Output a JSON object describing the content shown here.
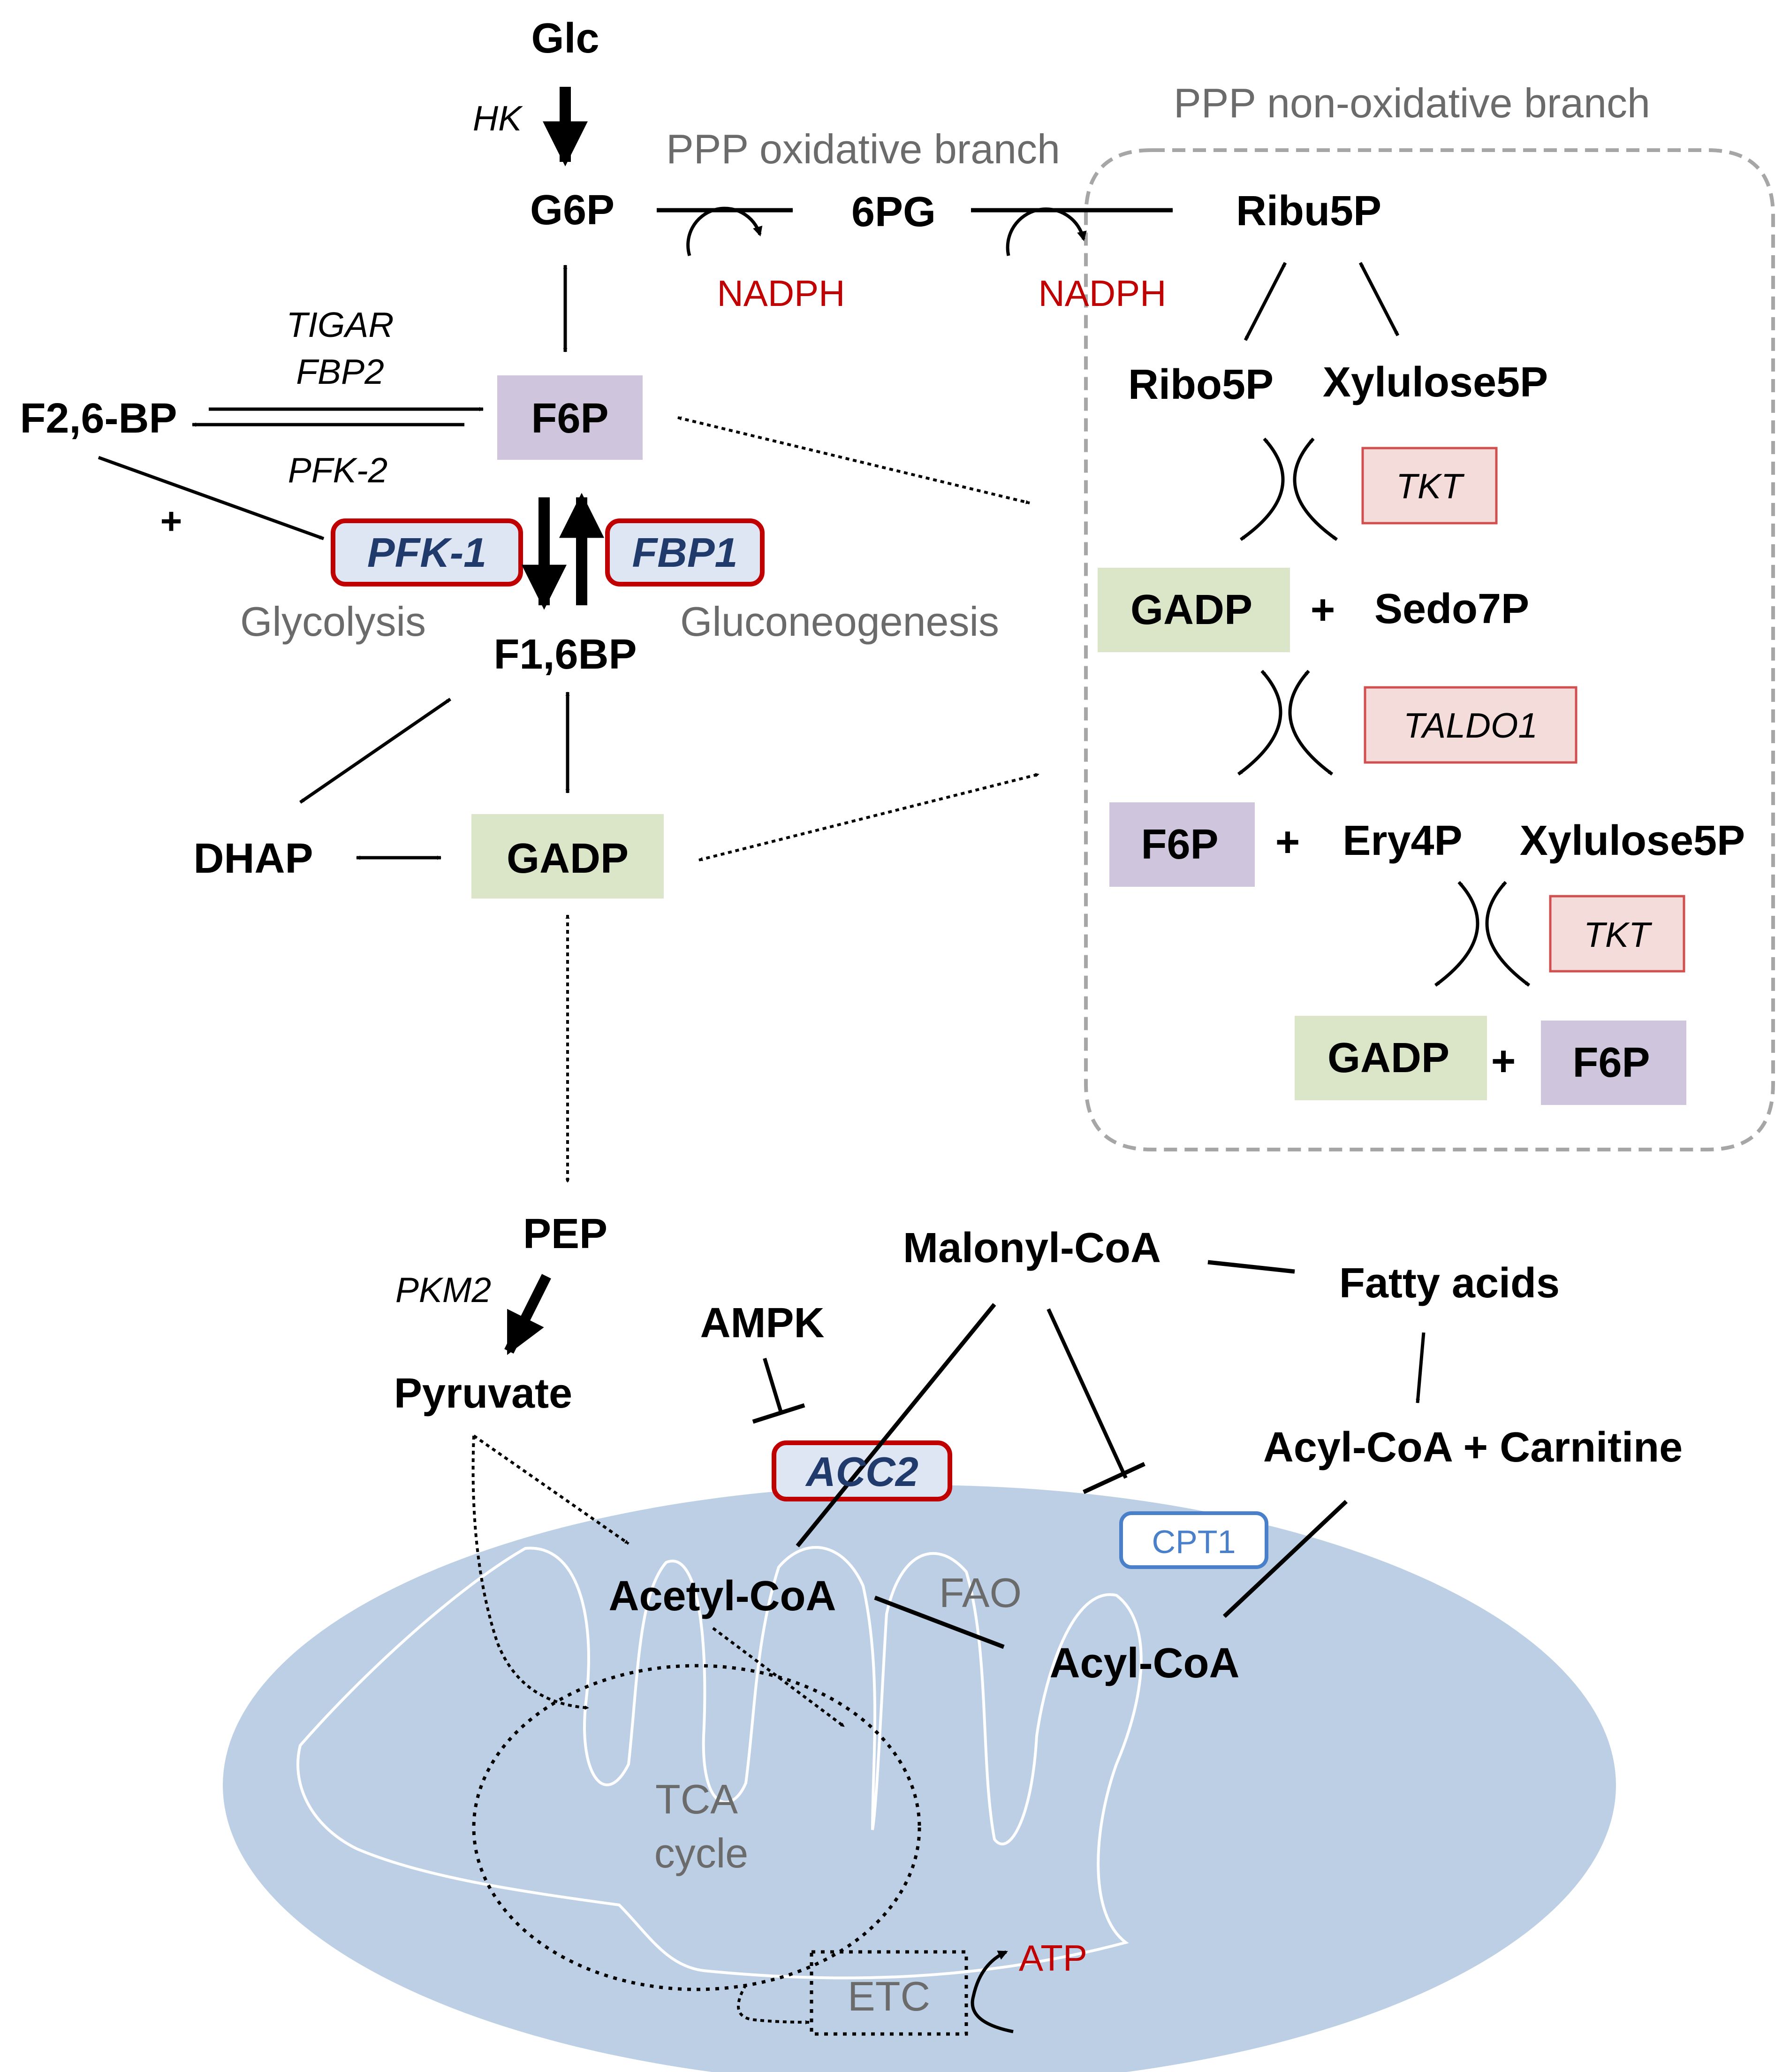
{
  "colors": {
    "enzyme_text": "#1f3a6b",
    "enzyme_border": "#c00000",
    "enzyme_fill": "#dde6f2",
    "red_text": "#c00000",
    "grey_text": "#6b6b6b",
    "f6p_fill": "#cfc6dd",
    "gadp_fill": "#dbe6c9",
    "tkt_fill": "#f4dcdb",
    "tkt_border": "#d05050",
    "mito_fill": "#bccfe5",
    "cpt1_color": "#4a7fc9"
  },
  "metabolites": {
    "glc": "Glc",
    "g6p": "G6P",
    "pg6": "6PG",
    "ribu5p": "Ribu5P",
    "f6p": "F6P",
    "f26bp": "F2,6-BP",
    "f16bp": "F1,6BP",
    "dhap": "DHAP",
    "gadp": "GADP",
    "pep": "PEP",
    "pyruvate": "Pyruvate",
    "ribo5p": "Ribo5P",
    "xylulose5p": "Xylulose5P",
    "sedo7p": "Sedo7P",
    "ery4p": "Ery4P",
    "malonyl_coa": "Malonyl-CoA",
    "fatty_acids": "Fatty acids",
    "acyl_coa_carnitine": "Acyl-CoA + Carnitine",
    "acetyl_coa": "Acetyl-CoA",
    "acyl_coa": "Acyl-CoA",
    "plus": "+"
  },
  "enzymes": {
    "hk": "HK",
    "tigar": "TIGAR",
    "fbp2": "FBP2",
    "pfk2": "PFK-2",
    "pfk1": "PFK-1",
    "fbp1": "FBP1",
    "pkm2": "PKM2",
    "tkt": "TKT",
    "taldo1": "TALDO1",
    "ampk": "AMPK",
    "acc2": "ACC2",
    "cpt1": "CPT1"
  },
  "labels": {
    "ppp_oxidative": "PPP oxidative branch",
    "ppp_non_oxidative": "PPP non-oxidative branch",
    "nadph": "NADPH",
    "glycolysis": "Glycolysis",
    "gluconeogenesis": "Gluconeogenesis",
    "fao": "FAO",
    "tca_line1": "TCA",
    "tca_line2": "cycle",
    "etc": "ETC",
    "atp": "ATP"
  }
}
